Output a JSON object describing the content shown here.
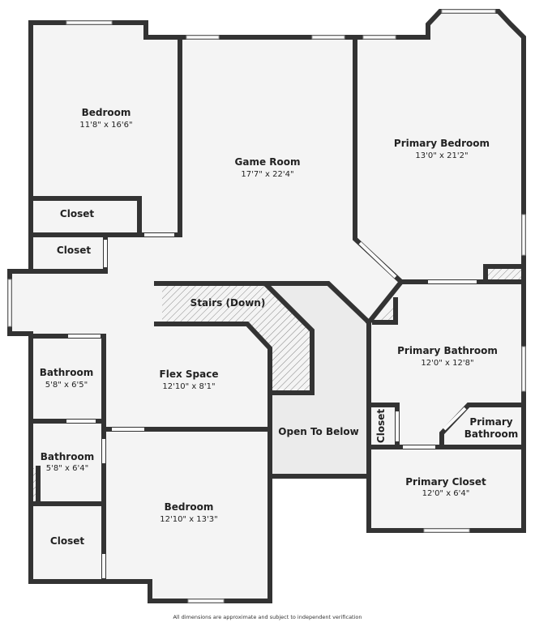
{
  "rooms": {
    "bedroom1": {
      "name": "Bedroom",
      "dims": "11'8\" x 16'6\""
    },
    "game_room": {
      "name": "Game Room",
      "dims": "17'7\" x 22'4\""
    },
    "primary_bedroom": {
      "name": "Primary Bedroom",
      "dims": "13'0\" x 21'2\""
    },
    "closet1": {
      "name": "Closet"
    },
    "closet2": {
      "name": "Closet"
    },
    "stairs": {
      "name": "Stairs (Down)"
    },
    "primary_bathroom": {
      "name": "Primary Bathroom",
      "dims": "12'0\" x 12'8\""
    },
    "bathroom1": {
      "name": "Bathroom",
      "dims": "5'8\" x 6'5\""
    },
    "flex_space": {
      "name": "Flex Space",
      "dims": "12'10\" x 8'1\""
    },
    "open_to_below": {
      "name": "Open To Below"
    },
    "closet3": {
      "name": "Closet"
    },
    "primary_bathroom2": {
      "line1": "Primary",
      "line2": "Bathroom"
    },
    "bathroom2": {
      "name": "Bathroom",
      "dims": "5'8\" x 6'4\""
    },
    "primary_closet": {
      "name": "Primary Closet",
      "dims": "12'0\" x 6'4\""
    },
    "bedroom2": {
      "name": "Bedroom",
      "dims": "12'10\" x 13'3\""
    },
    "closet4": {
      "name": "Closet"
    }
  },
  "footer": "All dimensions are approximate and subject to independent verification"
}
